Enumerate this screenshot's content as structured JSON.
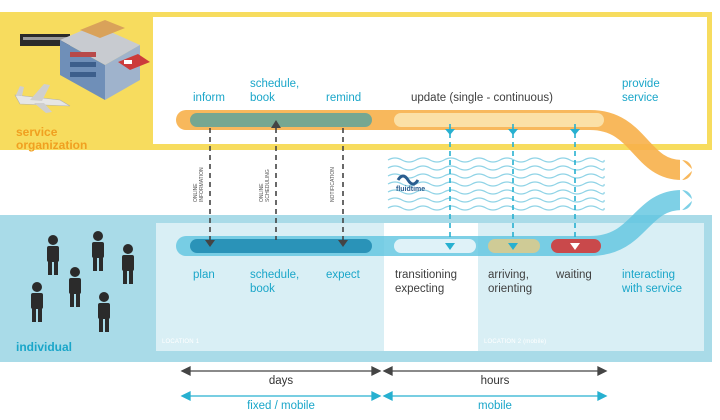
{
  "service_band": {
    "title": "service\norganization",
    "items": [
      {
        "id": "inform",
        "label": "inform"
      },
      {
        "id": "schedule-book-top",
        "label": "schedule,\nbook"
      },
      {
        "id": "remind",
        "label": "remind"
      },
      {
        "id": "update",
        "label": "update (single - continuous)"
      },
      {
        "id": "provide-service",
        "label": "provide\nservice"
      }
    ]
  },
  "connector_labels": [
    {
      "id": "online-information",
      "label": "ONLINE\nINFORMATION"
    },
    {
      "id": "online-scheduling",
      "label": "ONLINE\nSCHEDULING"
    },
    {
      "id": "notification",
      "label": "NOTIFICATION"
    }
  ],
  "logo_text": "fluidtime",
  "individual_band": {
    "title": "individual",
    "items": [
      {
        "id": "plan",
        "label": "plan"
      },
      {
        "id": "schedule-book-bottom",
        "label": "schedule,\nbook"
      },
      {
        "id": "expect",
        "label": "expect"
      },
      {
        "id": "transitioning",
        "label": "transitioning\nexpecting"
      },
      {
        "id": "arriving",
        "label": "arriving,\norienting"
      },
      {
        "id": "waiting",
        "label": "waiting"
      },
      {
        "id": "interacting",
        "label": "interacting\nwith service"
      }
    ],
    "locations": [
      {
        "id": "location-1",
        "label": "LOCATION 1"
      },
      {
        "id": "location-2",
        "label": "LOCATION 2 (mobile)"
      }
    ]
  },
  "timescale": {
    "days": "days",
    "hours": "hours",
    "fixed_mobile": "fixed / mobile",
    "mobile": "mobile"
  },
  "colors": {
    "yellow": "#f7dc5e",
    "orange": "#f7b04a",
    "teal_bg": "#a9dbe8",
    "teal": "#1aa6c9",
    "dark_bar": "#2a93b8",
    "green_marker": "#cfcb96",
    "red_marker": "#c9494b",
    "arrow_grey": "#444444",
    "arrow_teal": "#27b0d0"
  }
}
